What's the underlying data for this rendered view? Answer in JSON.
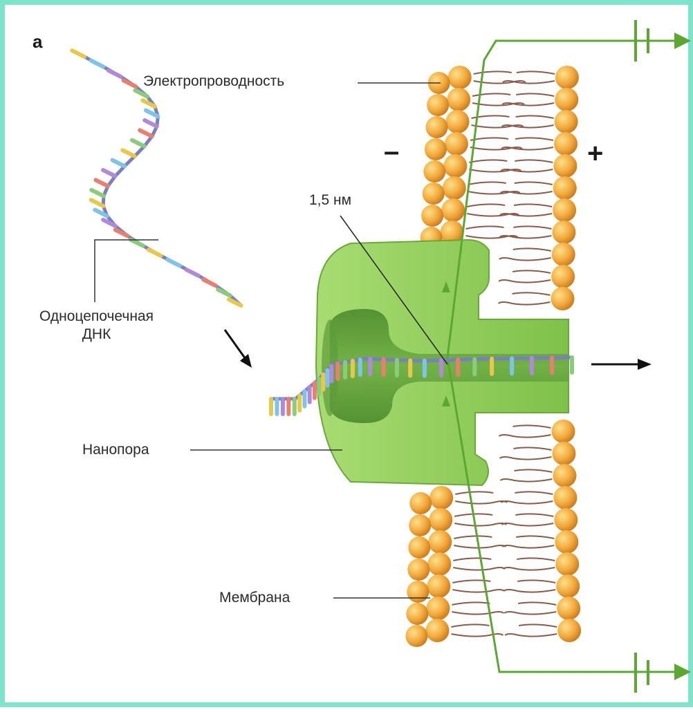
{
  "panel_label": "а",
  "labels": {
    "conductivity": "Электропроводность",
    "ssdna_line1": "Одноцепочечная",
    "ssdna_line2": "ДНК",
    "nanopore": "Нанопора",
    "membrane": "Мембрана",
    "pore_size": "1,5 нм"
  },
  "polarity": {
    "cis": "–",
    "trans": "+"
  },
  "colors": {
    "frame": "#7de3c9",
    "wire": "#5aa832",
    "pore_light": "#8fce5a",
    "pore_dark": "#5e9a3a",
    "lipid_head": "#f2a93c",
    "lipid_tail": "#8a5a4a",
    "dna_backbone": "#7a7fbf",
    "bases": [
      "#e8c84a",
      "#7fc4e6",
      "#b08ad8",
      "#e88070",
      "#8acb7c"
    ]
  }
}
